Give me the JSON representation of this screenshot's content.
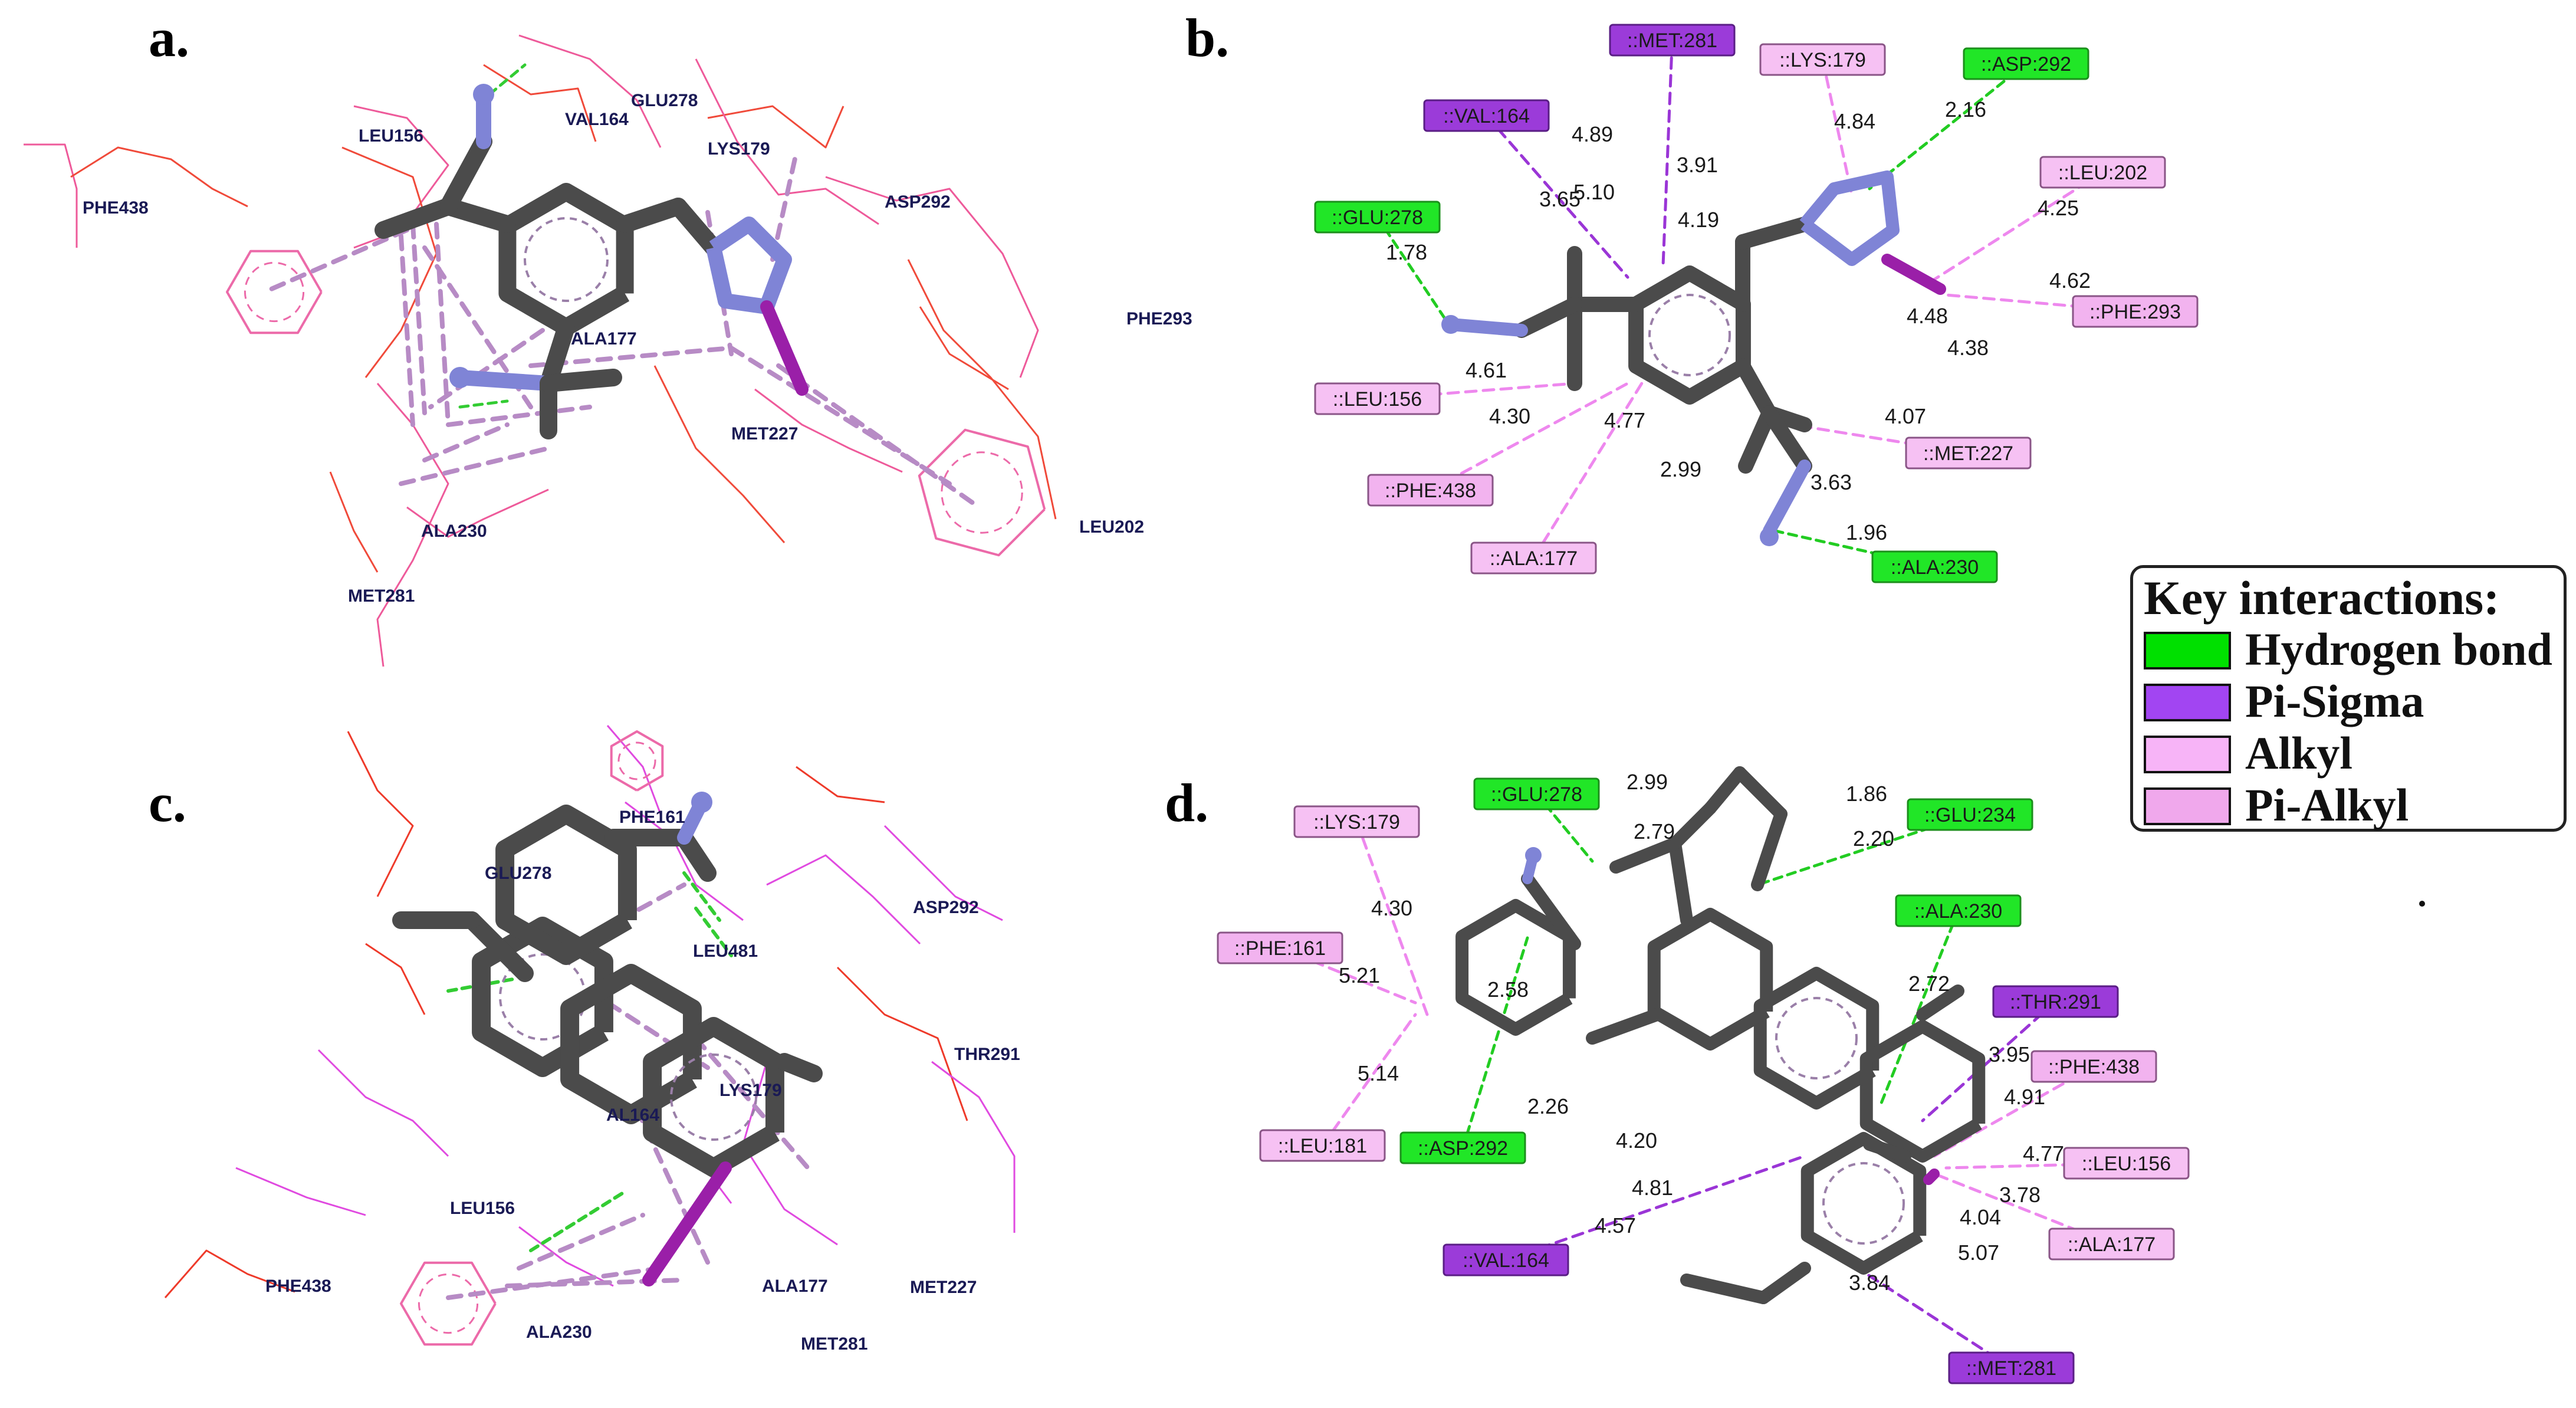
{
  "panels": {
    "a": {
      "label": "a.",
      "residues": [
        "GLU278",
        "LEU156",
        "VAL164",
        "LYS179",
        "PHE438",
        "ASP292",
        "PHE293",
        "ALA177",
        "MET227",
        "ALA230",
        "LEU202",
        "MET281"
      ]
    },
    "b": {
      "label": "b.",
      "residues": [
        {
          "name": "::MET:281",
          "type": "pi_sigma"
        },
        {
          "name": "::LYS:179",
          "type": "alkyl"
        },
        {
          "name": "::ASP:292",
          "type": "hbond"
        },
        {
          "name": "::VAL:164",
          "type": "pi_sigma"
        },
        {
          "name": "::LEU:202",
          "type": "alkyl"
        },
        {
          "name": "::GLU:278",
          "type": "hbond"
        },
        {
          "name": "::PHE:293",
          "type": "pi_alkyl"
        },
        {
          "name": "::LEU:156",
          "type": "alkyl"
        },
        {
          "name": "::MET:227",
          "type": "alkyl"
        },
        {
          "name": "::PHE:438",
          "type": "pi_alkyl"
        },
        {
          "name": "::ALA:177",
          "type": "alkyl"
        },
        {
          "name": "::ALA:230",
          "type": "hbond"
        }
      ],
      "distances": [
        "4.89",
        "3.91",
        "4.84",
        "2.16",
        "3.65",
        "5.10",
        "4.19",
        "4.25",
        "1.78",
        "4.62",
        "4.48",
        "4.38",
        "4.61",
        "4.30",
        "4.77",
        "4.07",
        "2.99",
        "3.63",
        "1.96"
      ]
    },
    "c": {
      "label": "c.",
      "residues": [
        "PHE161",
        "GLU278",
        "ASP292",
        "LEU481",
        "THR291",
        "LYS179",
        "AL164",
        "LEU156",
        "ALA177",
        "MET227",
        "PHE438",
        "ALA230",
        "MET281"
      ]
    },
    "d": {
      "label": "d.",
      "residues": [
        {
          "name": "::GLU:278",
          "type": "hbond"
        },
        {
          "name": "::GLU:234",
          "type": "hbond"
        },
        {
          "name": "::LYS:179",
          "type": "alkyl"
        },
        {
          "name": "::ALA:230",
          "type": "hbond"
        },
        {
          "name": "::PHE:161",
          "type": "pi_alkyl"
        },
        {
          "name": "::THR:291",
          "type": "pi_sigma"
        },
        {
          "name": "::PHE:438",
          "type": "pi_alkyl"
        },
        {
          "name": "::LEU:181",
          "type": "alkyl"
        },
        {
          "name": "::ASP:292",
          "type": "hbond"
        },
        {
          "name": "::LEU:156",
          "type": "alkyl"
        },
        {
          "name": "::ALA:177",
          "type": "alkyl"
        },
        {
          "name": "::VAL:164",
          "type": "pi_sigma"
        },
        {
          "name": "::MET:281",
          "type": "pi_sigma"
        }
      ],
      "distances": [
        "2.99",
        "1.86",
        "2.79",
        "2.20",
        "4.30",
        "5.21",
        "2.72",
        "2.58",
        "5.14",
        "3.95",
        "4.91",
        "2.26",
        "4.20",
        "4.77",
        "4.81",
        "3.78",
        "4.57",
        "4.04",
        "5.07",
        "3.84"
      ]
    }
  },
  "legend": {
    "title": "Key interactions:",
    "items": [
      {
        "label": "Hydrogen bond",
        "color": "#00e000"
      },
      {
        "label": "Pi-Sigma",
        "color": "#a245f2"
      },
      {
        "label": "Alkyl",
        "color": "#f7b4f7"
      },
      {
        "label": "Pi-Alkyl",
        "color": "#f0a8ec"
      }
    ]
  },
  "colors": {
    "hbond_fill": "#21e627",
    "hbond_border": "#1b8f1b",
    "pi_sigma_fill": "#9b3bd9",
    "pi_sigma_border": "#5a1e85",
    "alkyl_fill": "#f6c1f3",
    "alkyl_border": "#8a5587",
    "pi_alkyl_fill": "#f2b3ef",
    "pi_alkyl_border": "#8a5587",
    "bond": "#4b4b4b",
    "nitrogen": "#7f84d6",
    "iodine": "#9a1fa8",
    "hbond_line": "#22cc22",
    "sigma_line": "#9a35d6",
    "alkyl_line": "#ee88ee"
  }
}
